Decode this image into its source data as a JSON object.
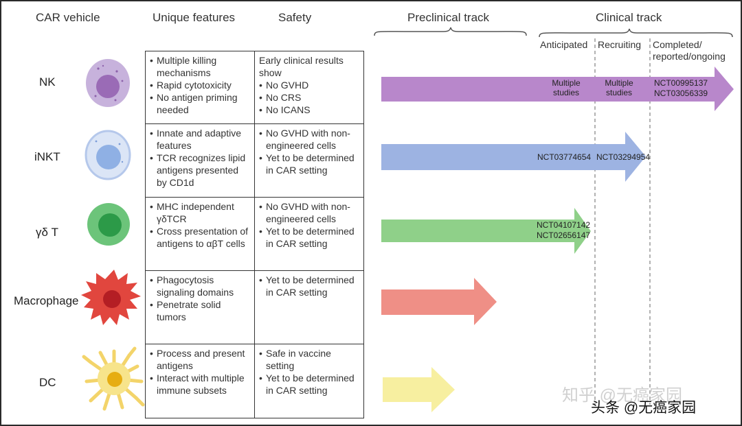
{
  "headers": {
    "car_vehicle": "CAR vehicle",
    "unique_features": "Unique features",
    "safety": "Safety",
    "preclinical": "Preclinical track",
    "clinical": "Clinical track"
  },
  "clinical_phases": [
    "Anticipated",
    "Recruiting",
    "Completed/ reported/ongoing"
  ],
  "rows": [
    {
      "name": "NK",
      "features": [
        "Multiple killing mechanisms",
        "Rapid cytotoxicity",
        "No antigen priming needed"
      ],
      "safety_intro": "Early clinical results show",
      "safety": [
        "No GVHD",
        "No CRS",
        "No ICANS"
      ],
      "arrow_color": "#b887cb",
      "labels": [
        "Multiple studies",
        "Multiple studies",
        "NCT00995137",
        "NCT03056339"
      ]
    },
    {
      "name": "iNKT",
      "features": [
        "Innate and adaptive features",
        "TCR recognizes lipid antigens presented by CD1d"
      ],
      "safety_intro": "",
      "safety": [
        "No GVHD with non-engineered cells",
        "Yet to be determined in CAR setting"
      ],
      "arrow_color": "#9db3e2",
      "labels": [
        "NCT03774654",
        "NCT03294954"
      ]
    },
    {
      "name": "γδ T",
      "features": [
        "MHC independent γδTCR",
        "Cross presentation of antigens to αβT cells"
      ],
      "safety_intro": "",
      "safety": [
        "No GVHD with non-engineered cells",
        "Yet to be determined in CAR setting"
      ],
      "arrow_color": "#8fd089",
      "labels": [
        "NCT04107142",
        "NCT02656147"
      ]
    },
    {
      "name": "Macrophage",
      "features": [
        "Phagocytosis signaling domains",
        "Penetrate solid tumors"
      ],
      "safety_intro": "",
      "safety": [
        "Yet to be determined in CAR setting"
      ],
      "arrow_color": "#ef8f86",
      "labels": []
    },
    {
      "name": "DC",
      "features": [
        "Process and present antigens",
        "Interact with multiple immune subsets"
      ],
      "safety_intro": "",
      "safety": [
        "Safe in vaccine setting",
        "Yet to be determined in CAR setting"
      ],
      "arrow_color": "#f7efa0",
      "labels": []
    }
  ],
  "watermark": "知乎 @无癌家园",
  "watermark2": "头条 @无癌家园"
}
